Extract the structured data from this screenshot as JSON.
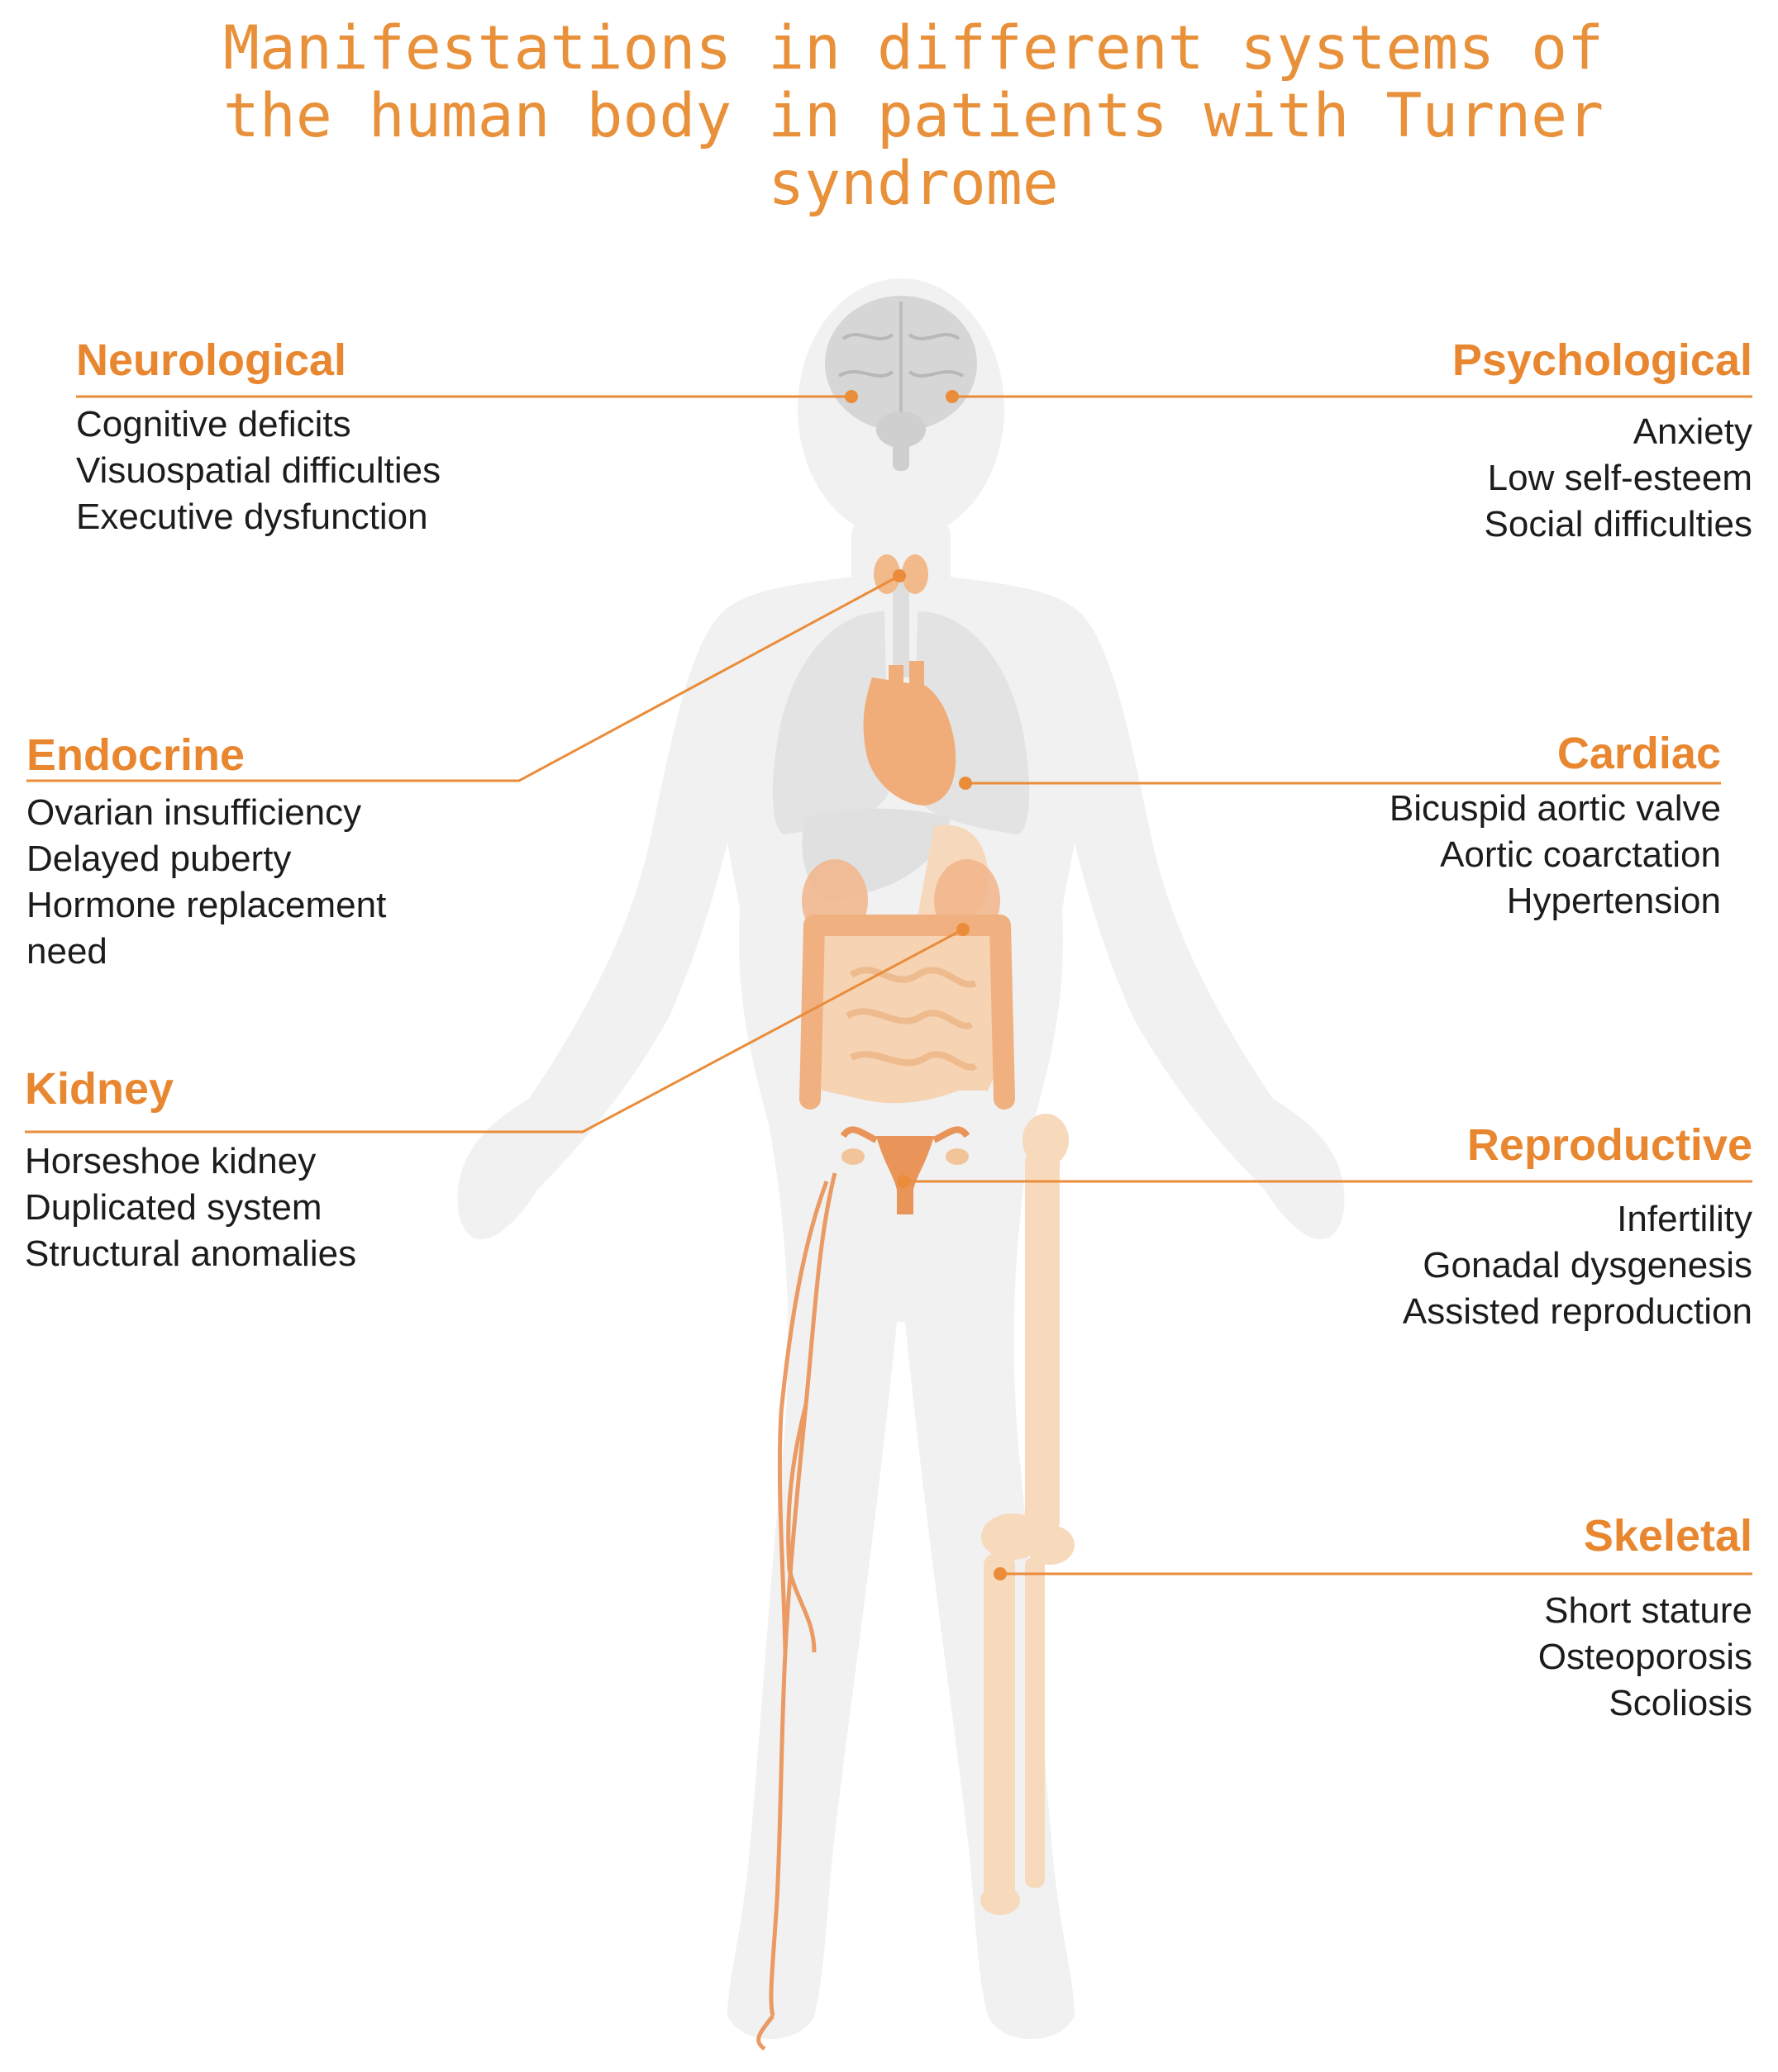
{
  "title": [
    "Manifestations in different systems of",
    "the human body in patients with Turner",
    "syndrome"
  ],
  "colors": {
    "accent": "#e8872f",
    "body": "#f1f1f1",
    "organ": "#f4c89d",
    "brain": "#d4d4d4"
  },
  "icons": [
    "human-body-icon",
    "brain-icon",
    "thyroid-icon",
    "heart-icon",
    "intestine-icon",
    "uterus-icon",
    "bone-icon",
    "vein-icon"
  ],
  "sections": {
    "neurological": {
      "heading": "Neurological",
      "items": [
        "Cognitive deficits",
        "Visuospatial difficulties",
        "Executive dysfunction"
      ]
    },
    "psychological": {
      "heading": "Psychological",
      "items": [
        "Anxiety",
        "Low self-esteem",
        "Social difficulties"
      ]
    },
    "endocrine": {
      "heading": "Endocrine",
      "items": [
        "Ovarian insufficiency",
        "Delayed puberty",
        "Hormone replacement",
        "need"
      ]
    },
    "cardiac": {
      "heading": "Cardiac",
      "items": [
        "Bicuspid aortic valve",
        "Aortic coarctation",
        "Hypertension"
      ]
    },
    "kidney": {
      "heading": "Kidney",
      "items": [
        "Horseshoe kidney",
        "Duplicated system",
        "Structural anomalies"
      ]
    },
    "reproductive": {
      "heading": "Reproductive",
      "items": [
        "Infertility",
        "Gonadal dysgenesis",
        "Assisted reproduction"
      ]
    },
    "skeletal": {
      "heading": "Skeletal",
      "items": [
        "Short stature",
        "Osteoporosis",
        "Scoliosis"
      ]
    }
  }
}
